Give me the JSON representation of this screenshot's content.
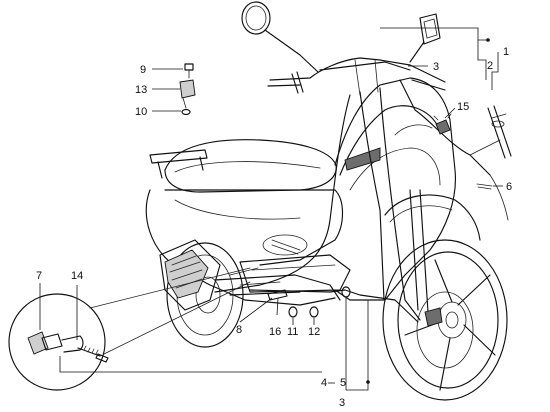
{
  "diagram": {
    "callouts": [
      {
        "id": "c1",
        "text": "1"
      },
      {
        "id": "c2",
        "text": "2"
      },
      {
        "id": "c3a",
        "text": "3"
      },
      {
        "id": "c3b",
        "text": "3"
      },
      {
        "id": "c4",
        "text": "4"
      },
      {
        "id": "c5",
        "text": "5"
      },
      {
        "id": "c6",
        "text": "6"
      },
      {
        "id": "c7",
        "text": "7"
      },
      {
        "id": "c8",
        "text": "8"
      },
      {
        "id": "c9",
        "text": "9"
      },
      {
        "id": "c10",
        "text": "10"
      },
      {
        "id": "c11",
        "text": "11"
      },
      {
        "id": "c12",
        "text": "12"
      },
      {
        "id": "c13",
        "text": "13"
      },
      {
        "id": "c14",
        "text": "14"
      },
      {
        "id": "c15",
        "text": "15"
      },
      {
        "id": "c16",
        "text": "16"
      }
    ],
    "line_color": "#111111",
    "background": "#ffffff"
  }
}
